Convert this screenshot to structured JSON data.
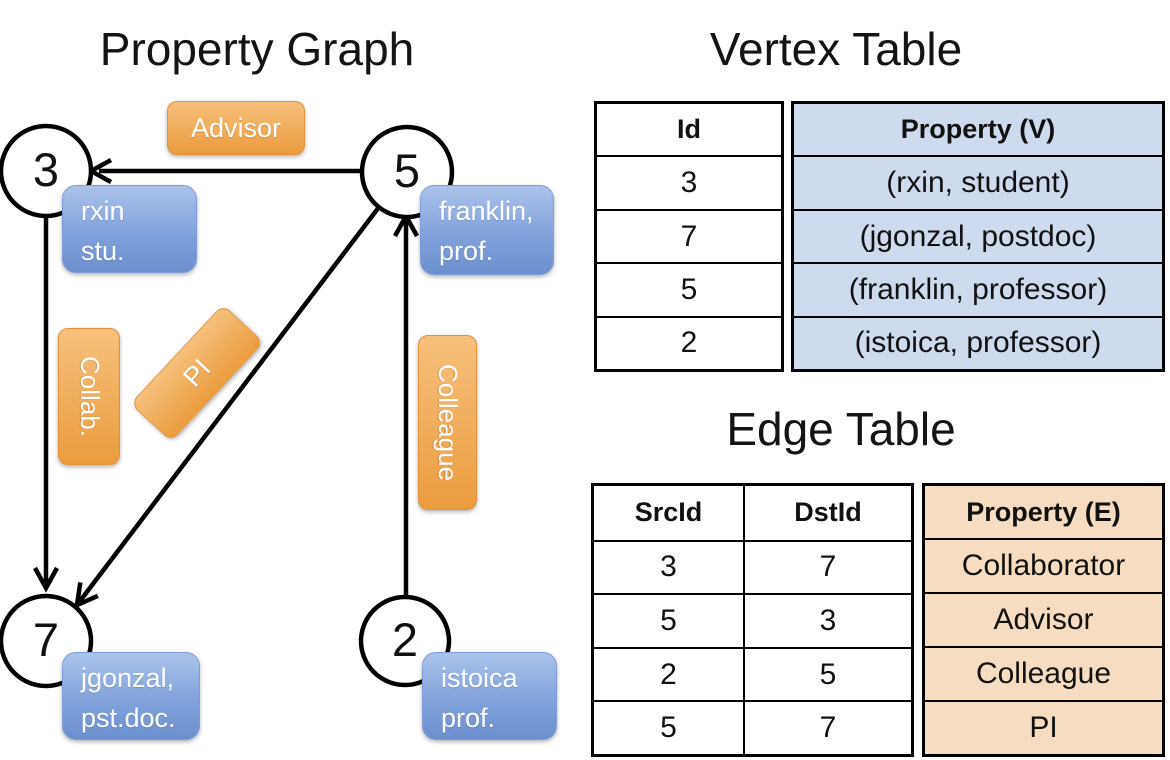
{
  "graph_panel": {
    "title": "Property Graph",
    "nodes": [
      {
        "id": "3",
        "line1": "rxin",
        "line2": "stu."
      },
      {
        "id": "5",
        "line1": "franklin,",
        "line2": "prof."
      },
      {
        "id": "7",
        "line1": "jgonzal,",
        "line2": "pst.doc."
      },
      {
        "id": "2",
        "line1": "istoica",
        "line2": "prof."
      }
    ],
    "edge_labels": {
      "advisor": "Advisor",
      "collab": "Collab.",
      "pi": "PI",
      "colleague": "Colleague"
    }
  },
  "vertex_table": {
    "title": "Vertex Table",
    "headers": {
      "id": "Id",
      "property": "Property (V)"
    },
    "rows": [
      {
        "id": "3",
        "property": "(rxin, student)"
      },
      {
        "id": "7",
        "property": "(jgonzal, postdoc)"
      },
      {
        "id": "5",
        "property": "(franklin, professor)"
      },
      {
        "id": "2",
        "property": "(istoica, professor)"
      }
    ]
  },
  "edge_table": {
    "title": "Edge Table",
    "headers": {
      "src": "SrcId",
      "dst": "DstId",
      "property": "Property (E)"
    },
    "rows": [
      {
        "src": "3",
        "dst": "7",
        "property": "Collaborator"
      },
      {
        "src": "5",
        "dst": "3",
        "property": "Advisor"
      },
      {
        "src": "2",
        "dst": "5",
        "property": "Colleague"
      },
      {
        "src": "5",
        "dst": "7",
        "property": "PI"
      }
    ]
  },
  "colors": {
    "edge_label_fill_top": "#f6c07c",
    "edge_label_fill_bottom": "#eb9c3e",
    "node_property_fill_top": "#aac3ea",
    "node_property_fill_bottom": "#6c90cf",
    "vertex_property_cell_fill": "#cedaee",
    "edge_property_cell_fill": "#f6ddc1",
    "line_color": "#000000"
  }
}
